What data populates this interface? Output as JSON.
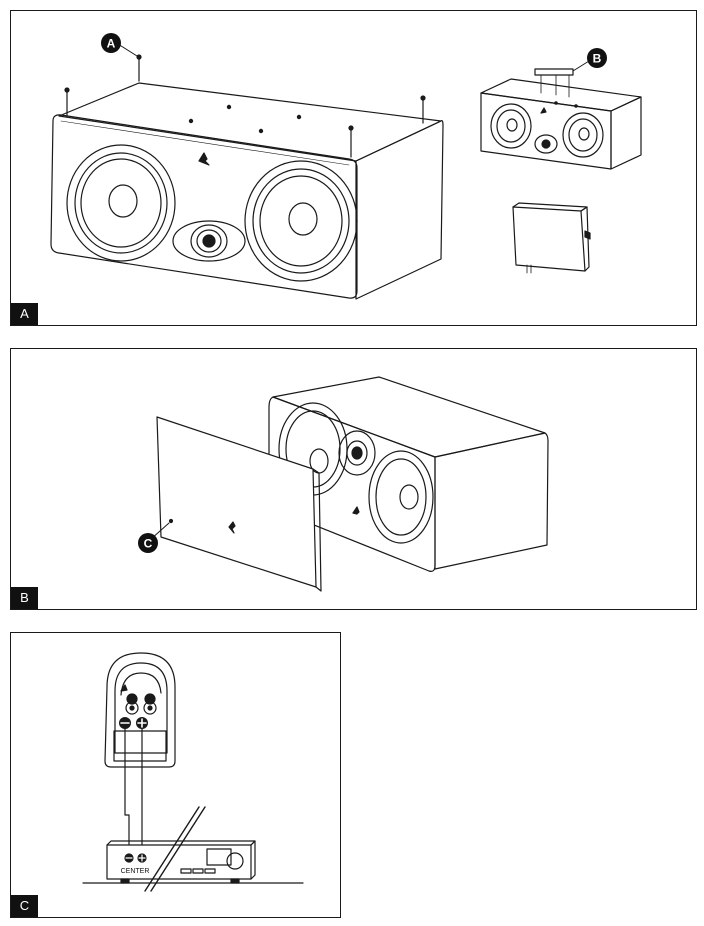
{
  "panels": [
    {
      "id": "A",
      "label": "A"
    },
    {
      "id": "B",
      "label": "B"
    },
    {
      "id": "C",
      "label": "C"
    }
  ],
  "callouts": {
    "a": "A",
    "b": "B",
    "c": "C"
  },
  "receiver": {
    "center_label": "CENTER"
  },
  "colors": {
    "line": "#1a1a1a",
    "panel_border": "#1a1a1a",
    "tag_bg": "#111111",
    "fill": "#ffffff"
  }
}
